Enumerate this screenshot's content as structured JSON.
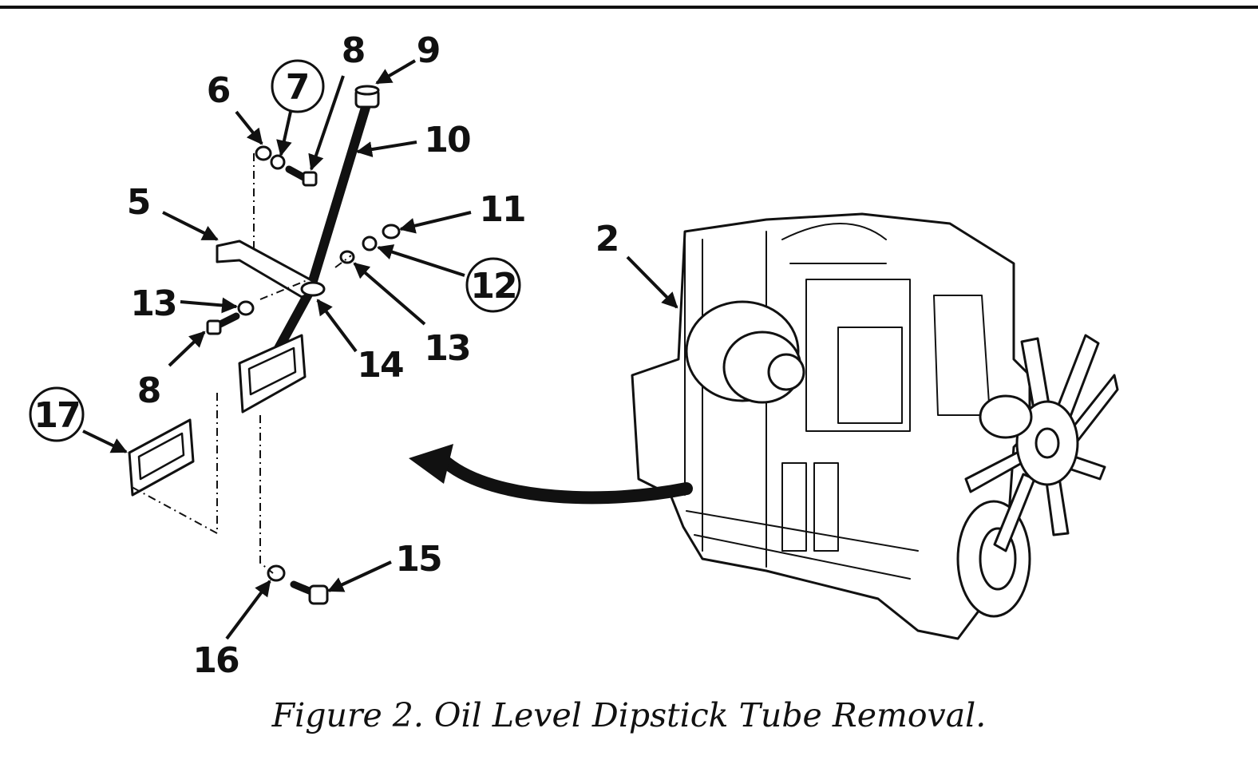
{
  "callouts": {
    "c2": "2",
    "c5": "5",
    "c6": "6",
    "c7": "7",
    "c8a": "8",
    "c8b": "8",
    "c9": "9",
    "c10": "10",
    "c11": "11",
    "c12": "12",
    "c13a": "13",
    "c13b": "13",
    "c14": "14",
    "c15": "15",
    "c16": "16",
    "c17": "17"
  },
  "caption": "Figure 2.  Oil Level Dipstick Tube Removal."
}
